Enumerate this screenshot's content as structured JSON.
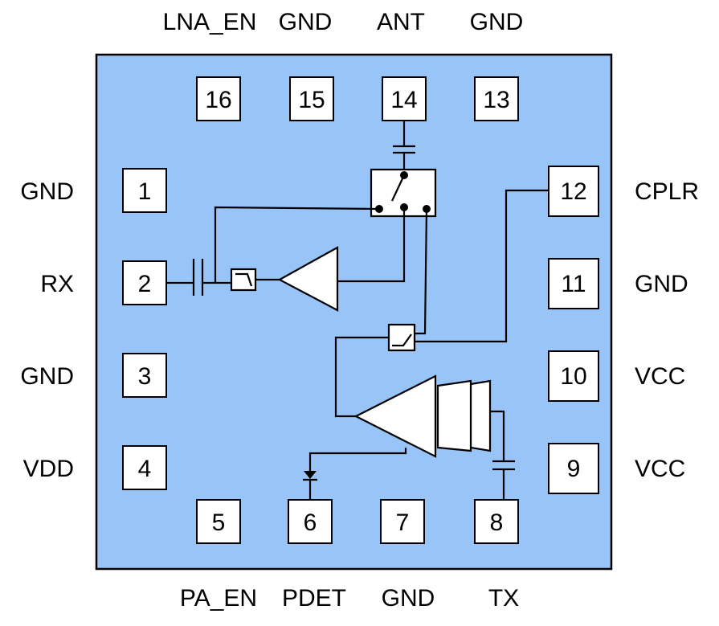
{
  "package": {
    "fill_color": "#99c4f8",
    "pin_fill": "#ffffff",
    "stroke": "#000000"
  },
  "pins": [
    {
      "num": "1",
      "label": "GND"
    },
    {
      "num": "2",
      "label": "RX"
    },
    {
      "num": "3",
      "label": "GND"
    },
    {
      "num": "4",
      "label": "VDD"
    },
    {
      "num": "5",
      "label": "PA_EN"
    },
    {
      "num": "6",
      "label": "PDET"
    },
    {
      "num": "7",
      "label": "GND"
    },
    {
      "num": "8",
      "label": "TX"
    },
    {
      "num": "9",
      "label": "VCC"
    },
    {
      "num": "10",
      "label": "VCC"
    },
    {
      "num": "11",
      "label": "GND"
    },
    {
      "num": "12",
      "label": "CPLR"
    },
    {
      "num": "13",
      "label": "GND"
    },
    {
      "num": "14",
      "label": "ANT"
    },
    {
      "num": "15",
      "label": "GND"
    },
    {
      "num": "16",
      "label": "LNA_EN"
    }
  ],
  "components": [
    {
      "name": "antenna-switch"
    },
    {
      "name": "lna-amplifier"
    },
    {
      "name": "rx-filter"
    },
    {
      "name": "rx-capacitor"
    },
    {
      "name": "coupler-filter"
    },
    {
      "name": "power-amplifier"
    },
    {
      "name": "detector-diode"
    },
    {
      "name": "tx-capacitor"
    },
    {
      "name": "ant-capacitor"
    }
  ]
}
